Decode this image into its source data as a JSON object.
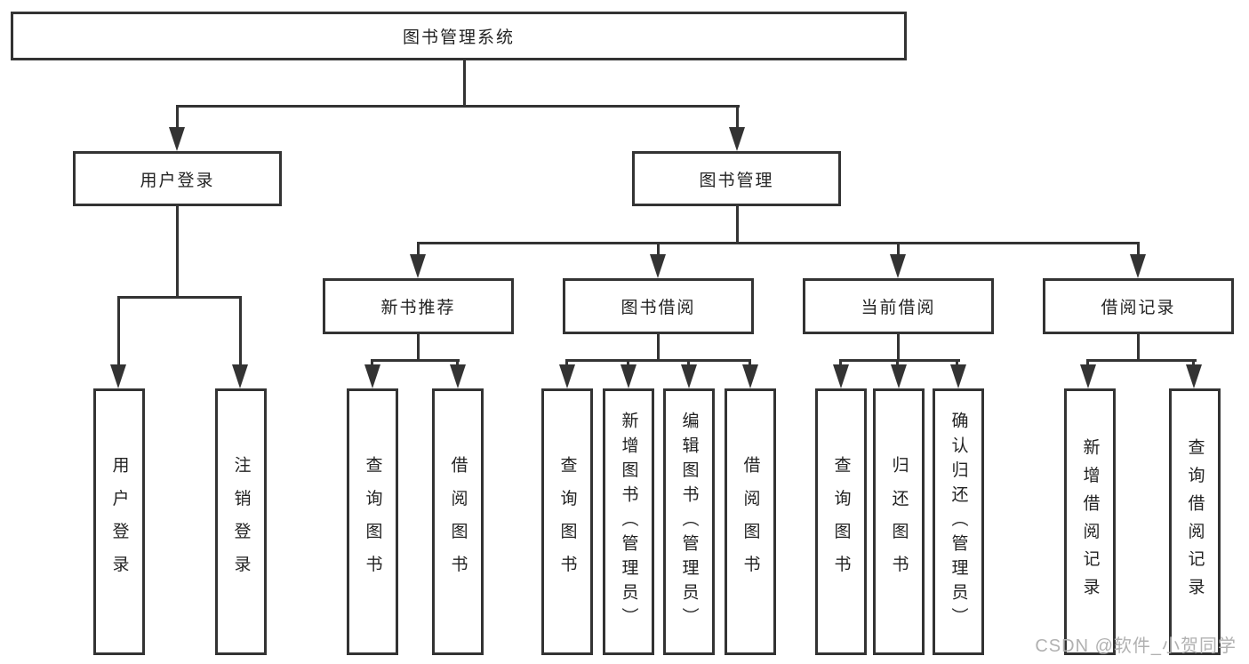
{
  "diagram": {
    "root": {
      "label": "图书管理系统"
    },
    "level2": {
      "user_login": {
        "label": "用户登录"
      },
      "book_management": {
        "label": "图书管理"
      }
    },
    "level3": {
      "new_book_recommend": {
        "label": "新书推荐"
      },
      "book_borrowing": {
        "label": "图书借阅"
      },
      "current_borrowing": {
        "label": "当前借阅"
      },
      "borrowing_records": {
        "label": "借阅记录"
      }
    },
    "leaves": {
      "user_login": [
        "用户登录",
        "注销登录"
      ],
      "new_book_recommend": [
        "查询图书",
        "借阅图书"
      ],
      "book_borrowing": [
        "查询图书",
        "新增图书（管理员）",
        "编辑图书（管理员）",
        "借阅图书"
      ],
      "current_borrowing": [
        "查询图书",
        "归还图书",
        "确认归还（管理员）"
      ],
      "borrowing_records": [
        "新增借阅记录",
        "查询借阅记录"
      ]
    }
  },
  "watermark": {
    "text": "CSDN @软件_小贺同学"
  },
  "colors": {
    "line": "#333333",
    "text": "#232323",
    "watermark": "#b1b1b1",
    "background": "#ffffff"
  }
}
